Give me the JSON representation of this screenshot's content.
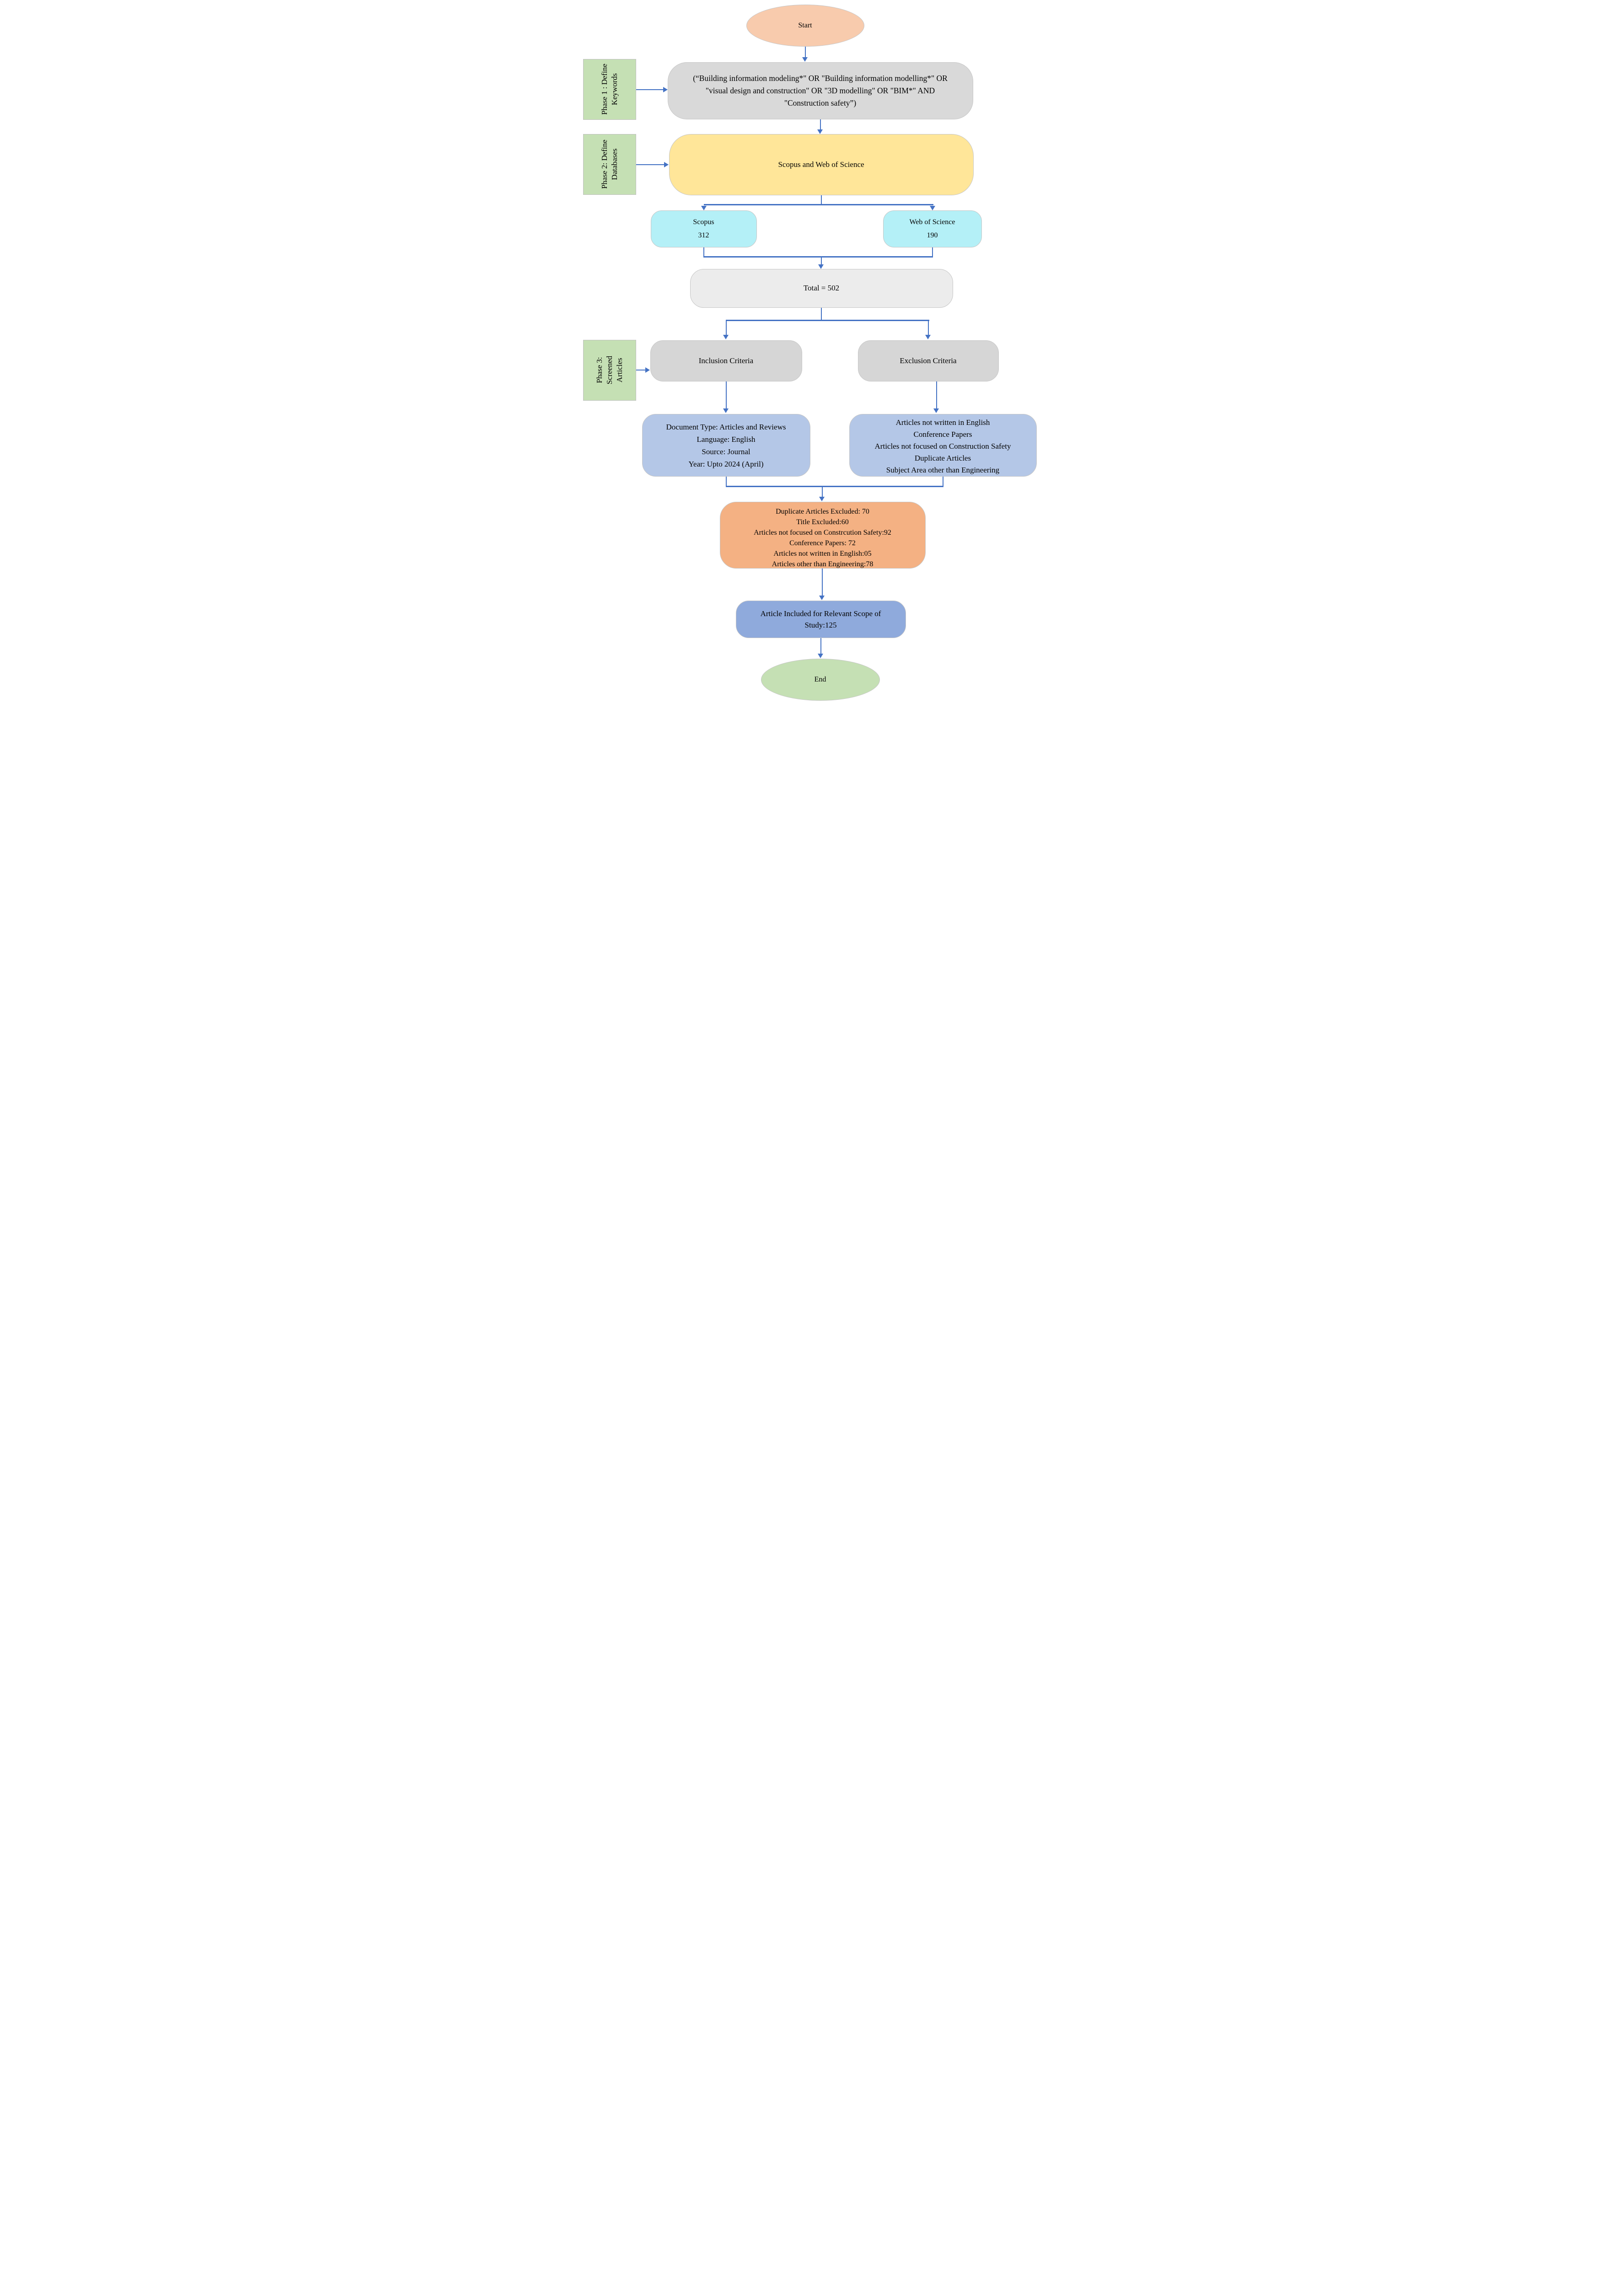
{
  "diagram": {
    "phases": {
      "phase1": [
        "Phase 1 : Define",
        "Keywords"
      ],
      "phase2": [
        "Phase 2: Define",
        "Databases"
      ],
      "phase3": [
        "Phase 3:",
        "Screened Articles"
      ]
    },
    "nodes": {
      "start": "Start",
      "keywords": "(“Building information modeling*\" OR \"Building information modelling*\" OR \"visual design and construction\" OR \"3D modelling\" OR \"BIM*\" AND \"Construction safety”)",
      "databases": "Scopus and Web of Science",
      "scopus": [
        "Scopus",
        "312"
      ],
      "web_of_science": [
        "Web of Science",
        "190"
      ],
      "total": "Total = 502",
      "inclusion_criteria": "Inclusion Criteria",
      "exclusion_criteria": "Exclusion Criteria",
      "inclusion_details": [
        "Document Type: Articles and Reviews",
        "Language: English",
        "Source: Journal",
        "Year: Upto 2024 (April)"
      ],
      "exclusion_details": [
        "Articles not written in English",
        "Conference Papers",
        "Articles not focused on Construction Safety",
        "Duplicate Articles",
        "Subject Area other than Engineering"
      ],
      "excluded_counts": [
        "Duplicate Articles Excluded: 70",
        "Title Excluded:60",
        "Articles not focused on Constrcution Safety:92",
        "Conference Papers: 72",
        "Articles not written in English:05",
        "Articles other than Engineering:78"
      ],
      "included": [
        "Article Included for Relevant Scope of",
        "Study:125"
      ],
      "end": "End"
    },
    "colors": {
      "arrow_blue": "#4472C4",
      "start_fill": "#F8CBAD",
      "phase_label_fill": "#C5E0B4",
      "keywords_fill": "#D9D9D9",
      "databases_fill": "#FFE699",
      "source_fill": "#B4F0F7",
      "total_fill": "#ECECEC",
      "criteria_fill": "#D6D6D6",
      "criteria_details_fill": "#B4C7E7",
      "excluded_fill": "#F4B183",
      "included_fill": "#8FAADC",
      "end_fill": "#C5E0B4"
    }
  }
}
